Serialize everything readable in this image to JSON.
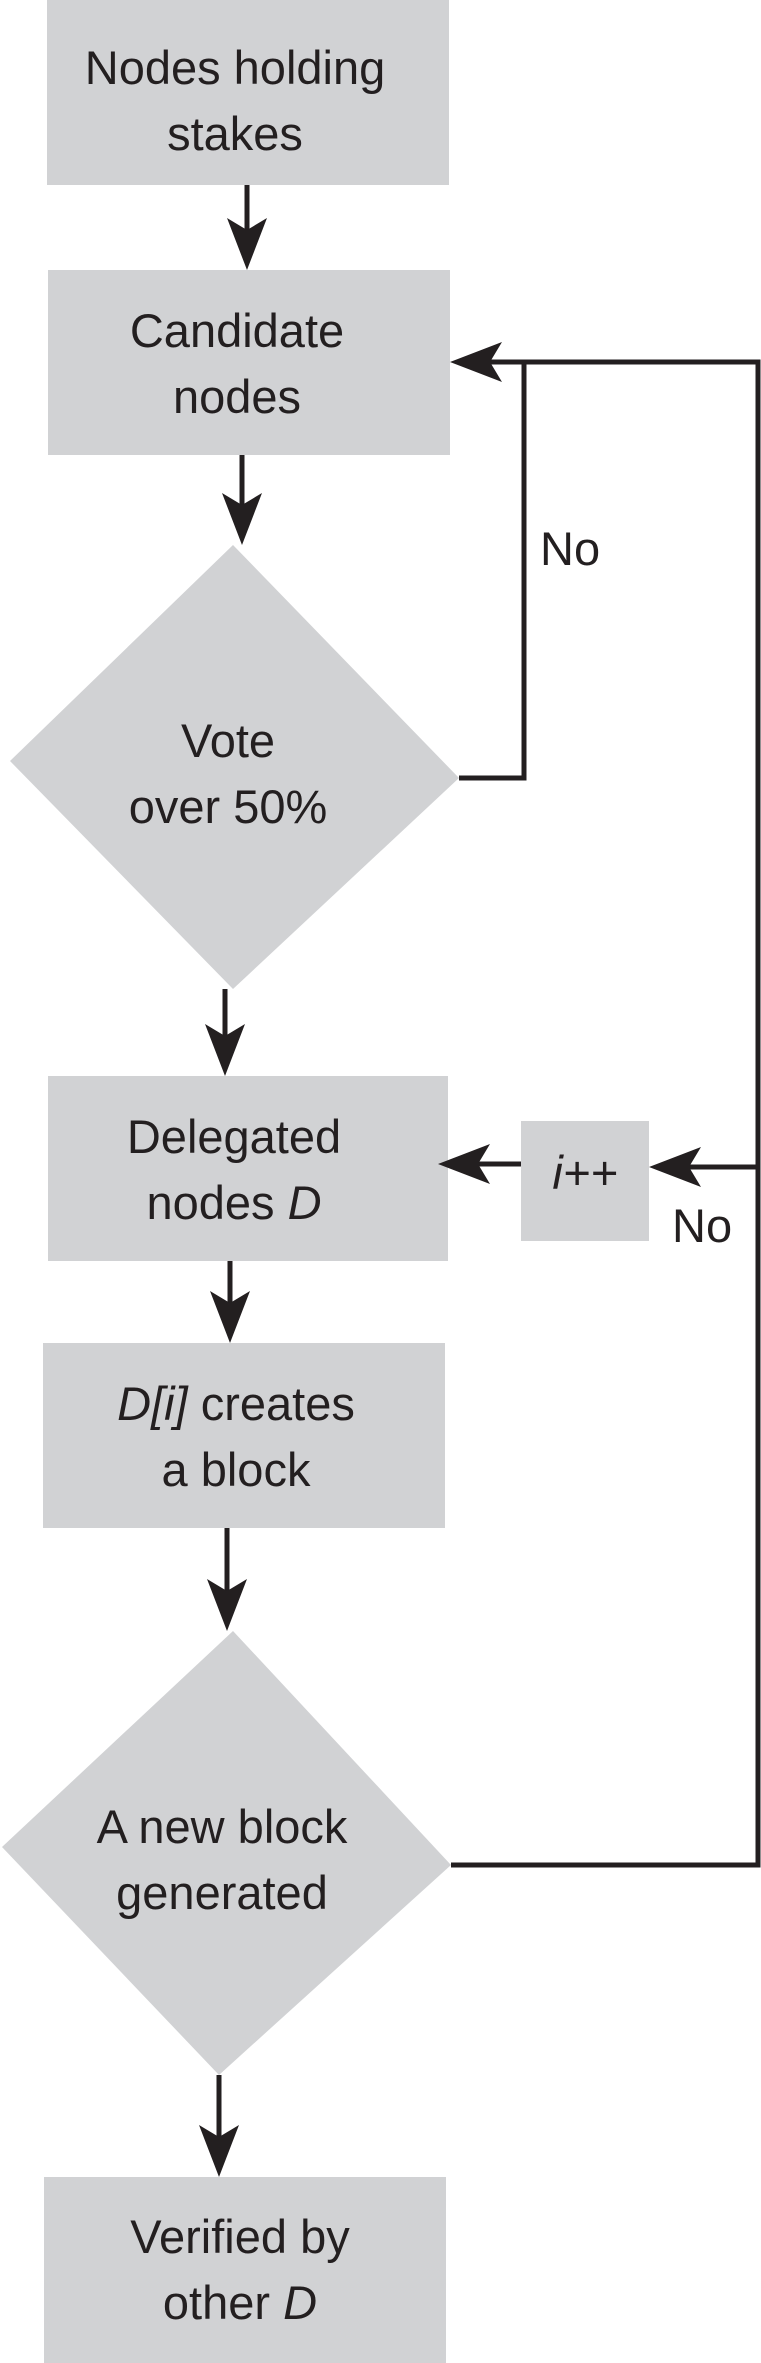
{
  "nodes": {
    "stakes": {
      "line1": "Nodes holding",
      "line2": "stakes"
    },
    "candidate": {
      "line1": "Candidate",
      "line2": "nodes"
    },
    "vote": {
      "line1": "Vote",
      "line2": "over 50%"
    },
    "delegated": {
      "line1": "Delegated",
      "line2_text": "nodes ",
      "line2_var": "D"
    },
    "create": {
      "line1_var": "D[i]",
      "line1_text": " creates",
      "line2": "a block"
    },
    "newblock": {
      "line1": "A new block",
      "line2": "generated"
    },
    "verified": {
      "line1": "Verified by",
      "line2_text": "other ",
      "line2_var": "D"
    },
    "increment": {
      "label": "i++"
    }
  },
  "edges": {
    "vote_no": "No",
    "newblock_no": "No"
  }
}
